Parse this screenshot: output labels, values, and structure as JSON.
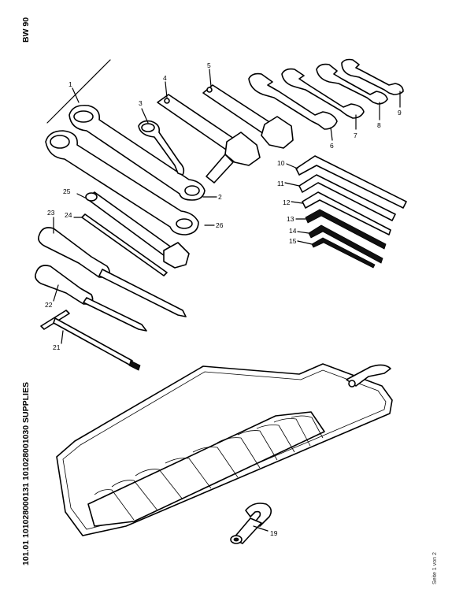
{
  "header": {
    "model": "BW 90"
  },
  "footer": {
    "doc_code": "101.01 101028000131 101028001030 SUPPLIES",
    "page": "Seite 1 von 2"
  },
  "callouts": {
    "c1": "1",
    "c2": "2",
    "c3": "3",
    "c4": "4",
    "c5": "5",
    "c6": "6",
    "c7": "7",
    "c8": "8",
    "c9": "9",
    "c10": "10",
    "c11": "11",
    "c12": "12",
    "c13": "13",
    "c14": "14",
    "c15": "15",
    "c19": "19",
    "c21": "21",
    "c22": "22",
    "c23": "23",
    "c24": "24",
    "c25": "25",
    "c26": "26"
  }
}
